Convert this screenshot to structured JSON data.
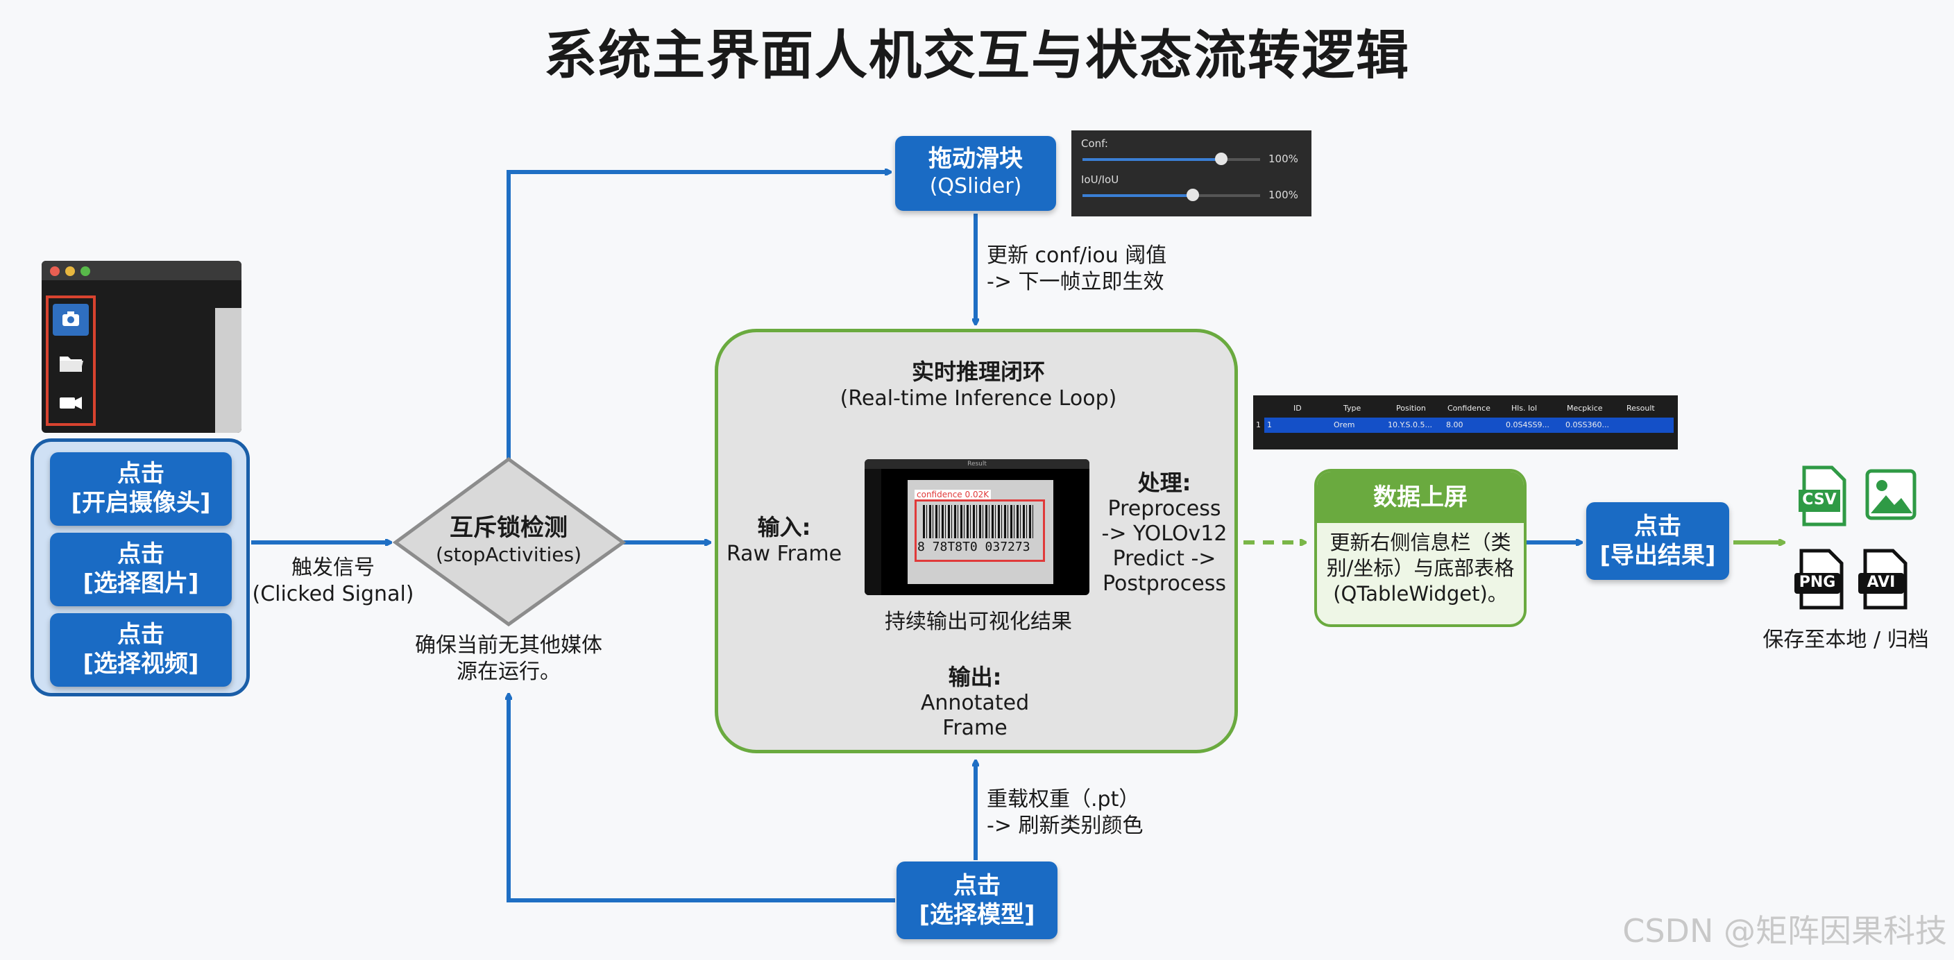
{
  "title": "系统主界面人机交互与状态流转逻辑",
  "slider_node": {
    "title": "拖动滑块",
    "sub": "(QSlider)"
  },
  "slider_panel": {
    "conf_label": "Conf:",
    "conf_value": "100%",
    "iou_label": "IoU/IoU",
    "iou_value": "100%",
    "conf_level": 0.78,
    "iou_level": 0.62
  },
  "slider_note": [
    "更新 conf/iou 阈值",
    "-> 下一帧立即生效"
  ],
  "left_panel": {
    "buttons": [
      {
        "line1": "点击",
        "line2": "[开启摄像头]"
      },
      {
        "line1": "点击",
        "line2": "[选择图片]"
      },
      {
        "line1": "点击",
        "line2": "[选择视频]"
      }
    ]
  },
  "trigger_label": [
    "触发信号",
    "(Clicked Signal)"
  ],
  "mutex": {
    "title": "互斥锁检测",
    "sub": "(stopActivities)",
    "note": [
      "确保当前无其他媒体",
      "源在运行。"
    ]
  },
  "loop": {
    "title": "实时推理闭环",
    "sub": "(Real-time Inference Loop)",
    "input_title": "输入:",
    "input_sub": "Raw Frame",
    "process_title": "处理:",
    "process_lines": [
      "Preprocess",
      "-> YOLOv12",
      "Predict ->",
      "Postprocess"
    ],
    "output_title": "输出:",
    "output_lines": [
      "Annotated",
      "Frame"
    ],
    "preview_caption": "持续输出可视化结果",
    "preview_window_title": "Result",
    "preview_label": "confidence 0.02K",
    "preview_barcode": "8 78T8T0 037273"
  },
  "table_preview": {
    "headers": [
      "ID",
      "Type",
      "Position",
      "Confidence",
      "Hls. Iol",
      "Mecpkice",
      "Resoult"
    ],
    "row": [
      "1",
      "Orem",
      "10.Y.S.0.5...",
      "8.00",
      "0.0S4SS9...",
      "0.0SS360...",
      ""
    ],
    "row_num": "1"
  },
  "data_node": {
    "title": "数据上屏",
    "lines": [
      "更新右侧信息栏（类",
      "别/坐标）与底部表格",
      "(QTableWidget)。"
    ]
  },
  "export_node": {
    "line1": "点击",
    "line2": "[导出结果]"
  },
  "file_icons": [
    "CSV",
    "PNG",
    "AVI"
  ],
  "save_label": "保存至本地 / 归档",
  "model_node": {
    "line1": "点击",
    "line2": "[选择模型]"
  },
  "model_note": [
    "重载权重（.pt）",
    "-> 刷新类别颜色"
  ],
  "watermark": "CSDN @矩阵因果科技",
  "colors": {
    "blue": "#1a6bc4",
    "green": "#6aaa3f",
    "arrow_blue": "#1f6fc4",
    "arrow_green": "#7ab648"
  }
}
